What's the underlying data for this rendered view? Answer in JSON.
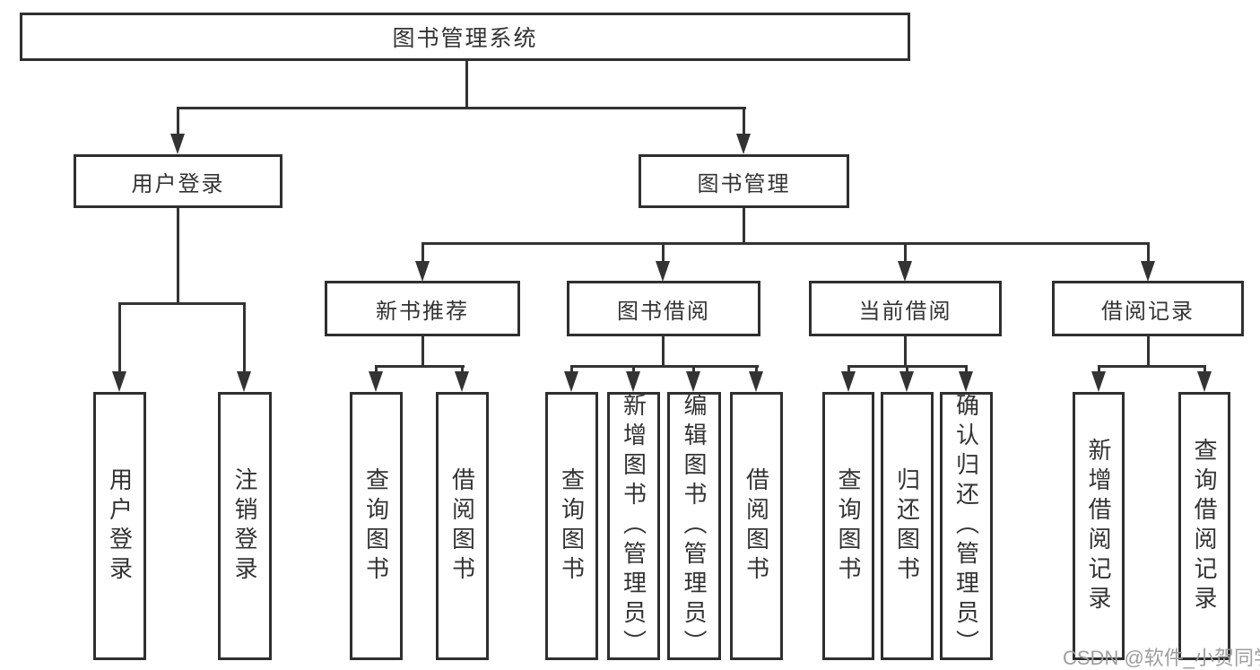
{
  "diagram": {
    "title_node": {
      "label": "图书管理系统"
    },
    "level2": {
      "user_login": {
        "label": "用户登录"
      },
      "book_mgmt": {
        "label": "图书管理"
      }
    },
    "level3": {
      "new_book_rec": {
        "label": "新书推荐"
      },
      "book_borrow": {
        "label": "图书借阅"
      },
      "current_borrow": {
        "label": "当前借阅"
      },
      "borrow_records": {
        "label": "借阅记录"
      }
    },
    "leaves": {
      "user_login_leaf": {
        "label": "用户登录"
      },
      "logout_leaf": {
        "label": "注销登录"
      },
      "nb_query": {
        "label": "查询图书"
      },
      "nb_borrow": {
        "label": "借阅图书"
      },
      "bb_query": {
        "label": "查询图书"
      },
      "bb_add": {
        "label": "新增图书（管理员）"
      },
      "bb_edit": {
        "label": "编辑图书（管理员）"
      },
      "bb_borrow": {
        "label": "借阅图书"
      },
      "cb_query": {
        "label": "查询图书"
      },
      "cb_return": {
        "label": "归还图书"
      },
      "cb_confirm": {
        "label": "确认归还（管理员）"
      },
      "br_add": {
        "label": "新增借阅记录"
      },
      "br_query": {
        "label": "查询借阅记录"
      }
    },
    "colors": {
      "line": "#333333",
      "box_border": "#2f2f2f",
      "text": "#333333",
      "background": "#ffffff",
      "watermark_gray": "#9e9e9e"
    }
  },
  "watermark": {
    "text": "CSDN @软件_小贺同学"
  }
}
